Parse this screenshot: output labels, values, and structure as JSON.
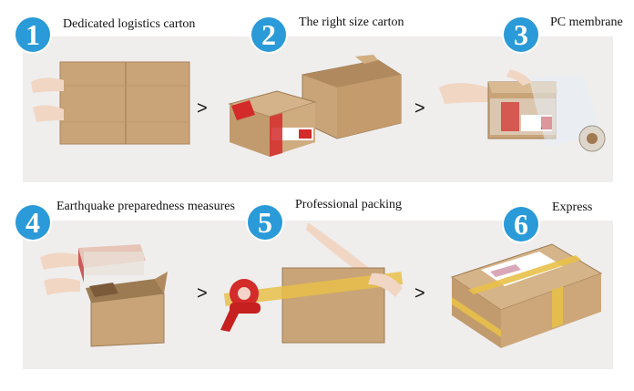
{
  "steps": [
    {
      "number": "1",
      "label": "Dedicated logistics carton"
    },
    {
      "number": "2",
      "label": "The right size carton"
    },
    {
      "number": "3",
      "label": "PC membrane"
    },
    {
      "number": "4",
      "label": "Earthquake preparedness measures"
    },
    {
      "number": "5",
      "label": "Professional packing"
    },
    {
      "number": "6",
      "label": "Express"
    }
  ],
  "arrow_glyph": ">",
  "colors": {
    "badge": "#2a9ad8",
    "carton": "#c8a377",
    "carton_dark": "#b08a5e",
    "tape": "#e8c049",
    "red": "#d32a2a",
    "band": "#efeeed"
  }
}
